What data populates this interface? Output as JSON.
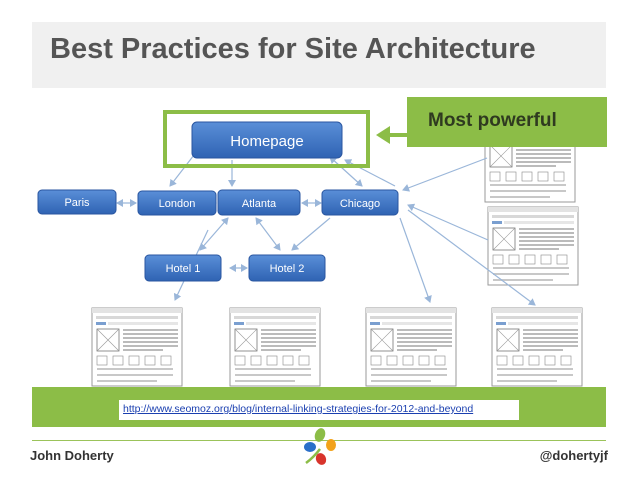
{
  "slide": {
    "title": "Best Practices for Site Architecture",
    "callout": "Most powerful",
    "url": "http://www.seomoz.org/blog/internal-linking-strategies-for-2012-and-beyond",
    "author": "John Doherty",
    "handle": "@dohertyjf"
  },
  "diagram": {
    "nodes": {
      "homepage": "Homepage",
      "paris": "Paris",
      "london": "London",
      "atlanta": "Atlanta",
      "chicago": "Chicago",
      "hotel1": "Hotel 1",
      "hotel2": "Hotel 2"
    }
  },
  "colors": {
    "accent_green": "#8cbd47",
    "node_blue": "#3f74c2",
    "link_text": "#1a3fb0"
  }
}
